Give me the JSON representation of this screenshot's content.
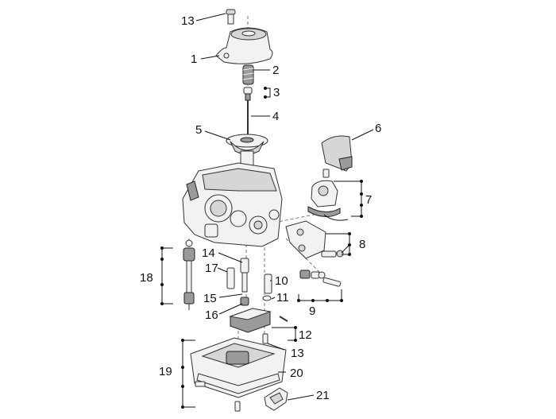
{
  "labels": {
    "l13a": "13",
    "l1": "1",
    "l2": "2",
    "l3": "3",
    "l4": "4",
    "l5": "5",
    "l6": "6",
    "l7": "7",
    "l8": "8",
    "l9": "9",
    "l10": "10",
    "l11": "11",
    "l12": "12",
    "l13b": "13",
    "l14": "14",
    "l15": "15",
    "l16": "16",
    "l17": "17",
    "l18": "18",
    "l19": "19",
    "l20": "20",
    "l21": "21"
  }
}
